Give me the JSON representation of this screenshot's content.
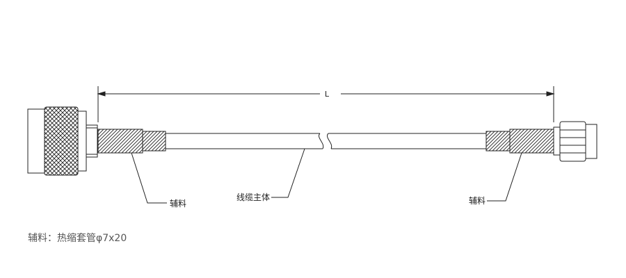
{
  "dimension_label": "L",
  "callouts": {
    "left_aux": "辅料",
    "cable_body": "线缆主体",
    "right_aux": "辅料"
  },
  "note": "辅料：热缩套管φ7x20"
}
